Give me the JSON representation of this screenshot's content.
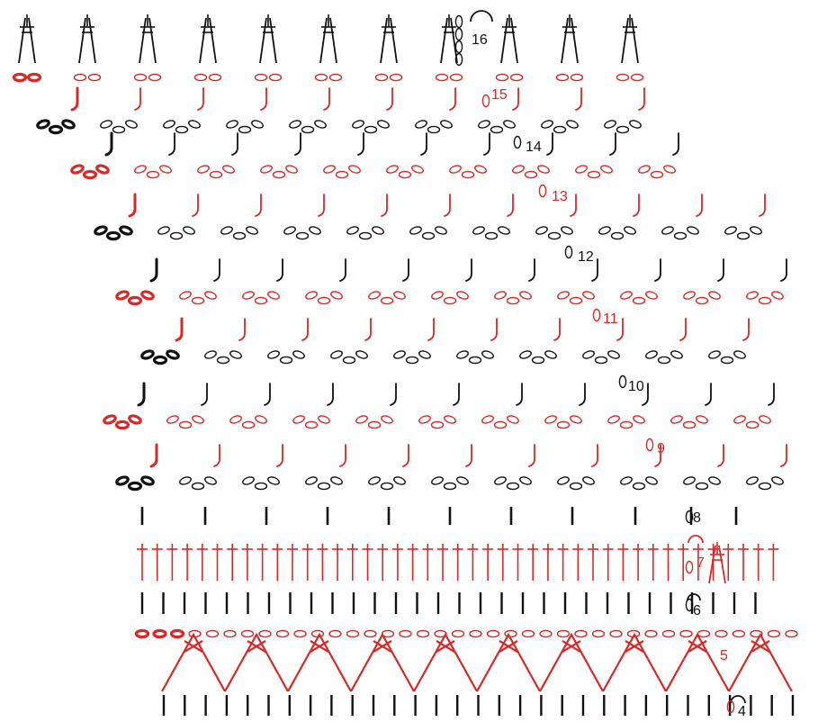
{
  "colors": {
    "red": "#d42a2a",
    "black": "#111111",
    "background": "#ffffff"
  },
  "row_labels": {
    "r4": "4",
    "r5": "5",
    "r6": "6",
    "r7": "7",
    "r8": "8",
    "r9": "9",
    "r10": "10",
    "r11": "11",
    "r12": "12",
    "r13": "13",
    "r14": "14",
    "r15": "15",
    "r16": "16"
  },
  "symbol_names": {
    "chain": "chain-stitch-icon",
    "single": "single-crochet-icon",
    "double": "double-crochet-icon",
    "turning": "turning-chain-icon",
    "cluster": "cluster-stitch-icon"
  }
}
